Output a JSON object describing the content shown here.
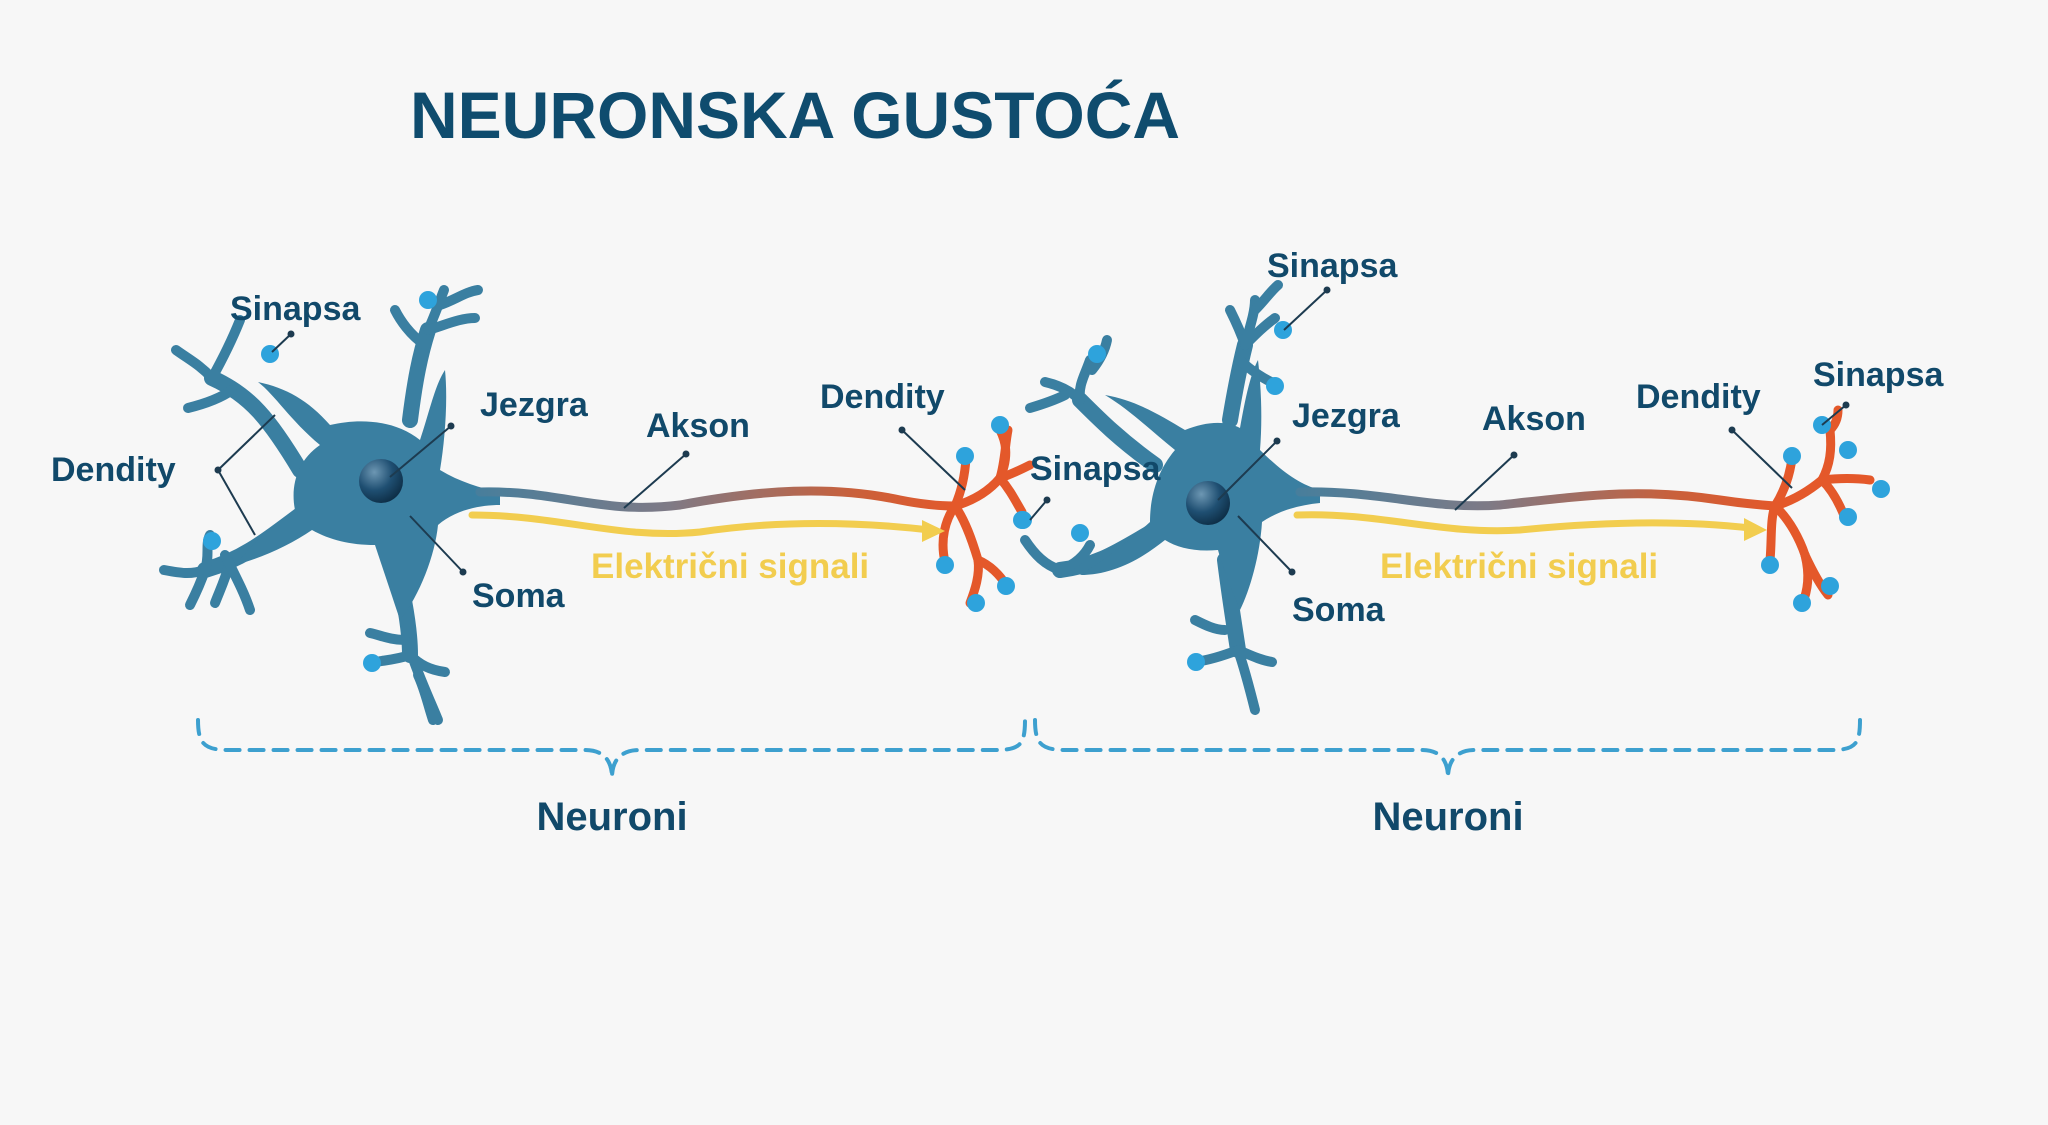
{
  "title": "NEURONSKA GUSTOĆA",
  "colors": {
    "background": "#f7f7f7",
    "title": "#0f4c6e",
    "neuron_body": "#3a7fa1",
    "synapse_bulb": "#2ea3dc",
    "axon_terminal": "#e4582a",
    "signal_arrow": "#f2cd4f",
    "brace": "#3da0cf"
  },
  "neurons": [
    {
      "labels": {
        "dendrites_left": "Dendity",
        "synapse_top": "Sinapsa",
        "nucleus": "Jezgra",
        "soma": "Soma",
        "axon": "Akson",
        "dendrites_right": "Dendity",
        "signals": "Električni signali"
      }
    },
    {
      "labels": {
        "synapse_left": "Sinapsa",
        "synapse_top": "Sinapsa",
        "nucleus": "Jezgra",
        "soma": "Soma",
        "axon": "Akson",
        "dendrites_right": "Dendity",
        "synapse_right": "Sinapsa",
        "signals": "Električni signali"
      }
    }
  ],
  "groups": [
    {
      "label": "Neuroni"
    },
    {
      "label": "Neuroni"
    }
  ]
}
